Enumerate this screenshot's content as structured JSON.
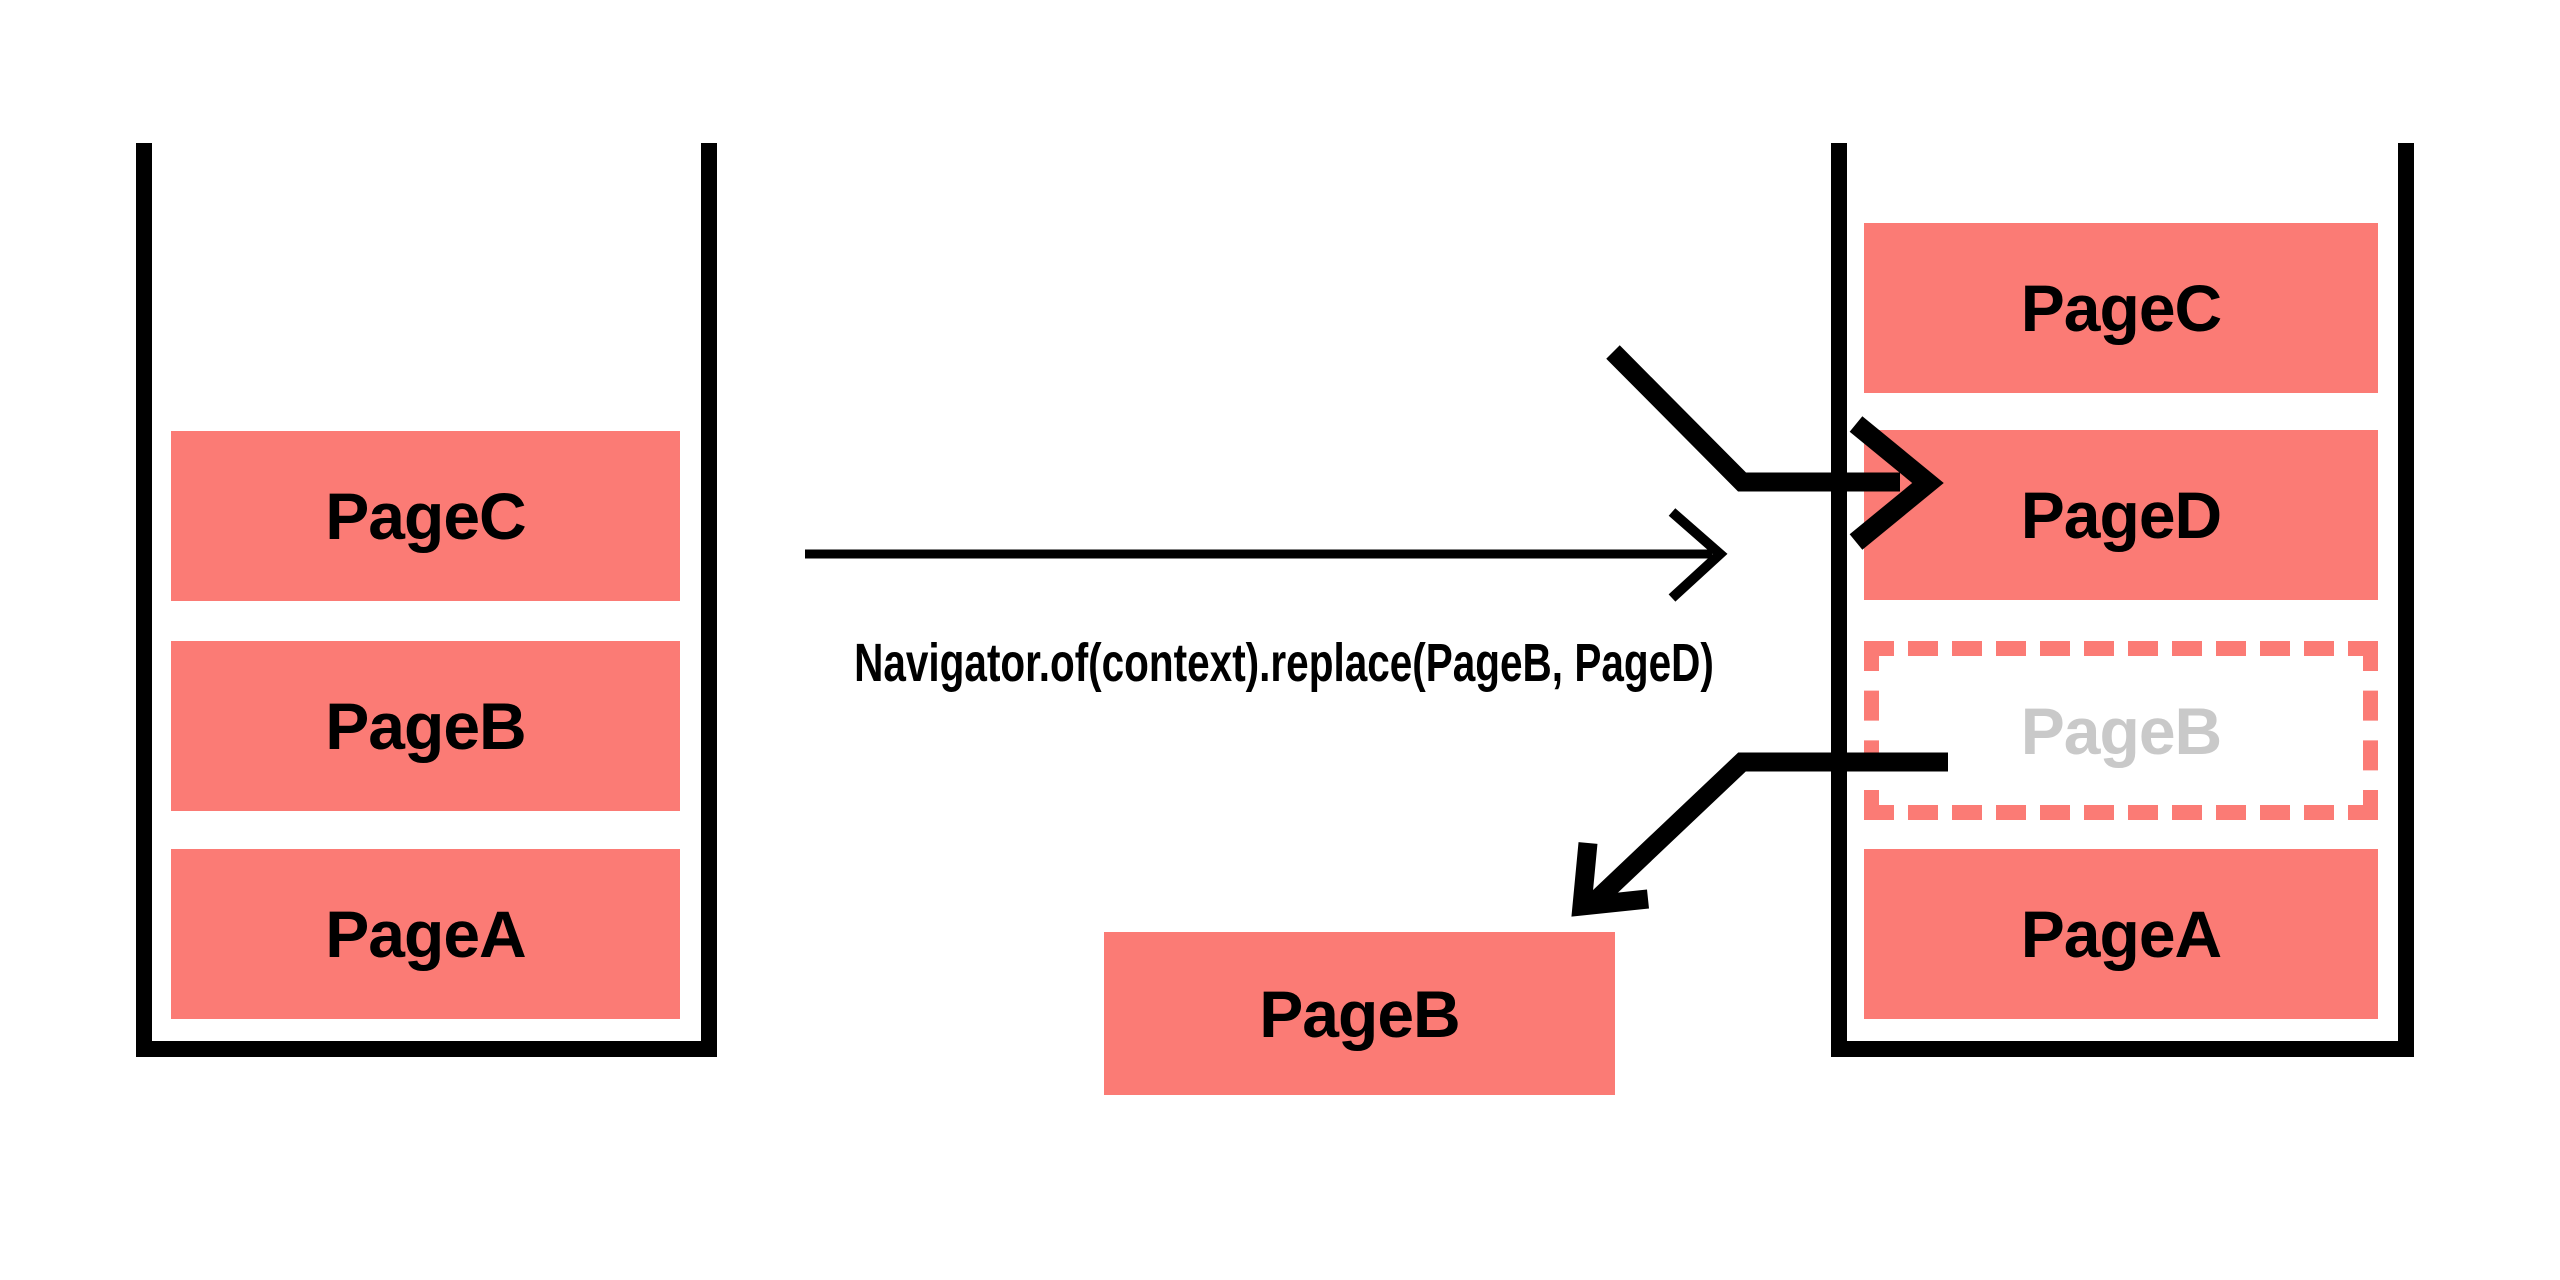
{
  "caption": {
    "text": "Navigator.of(context).replace(PageB, PageD)"
  },
  "left_stack": {
    "description": "navigation stack before replace",
    "items": [
      {
        "label": "PageC"
      },
      {
        "label": "PageB"
      },
      {
        "label": "PageA"
      }
    ]
  },
  "right_stack": {
    "description": "navigation stack after replace",
    "items": [
      {
        "label": "PageC",
        "state": "solid"
      },
      {
        "label": "PageD",
        "state": "inserted"
      },
      {
        "label": "PageB",
        "state": "ghost-removed"
      },
      {
        "label": "PageA",
        "state": "solid"
      }
    ]
  },
  "popped_page": {
    "label": "PageB"
  },
  "icons": {
    "transition_arrow": "thin-right-arrow-icon",
    "insert_arrow": "thick-arrow-into-stack-icon",
    "remove_arrow": "thick-arrow-out-of-stack-icon"
  },
  "colors": {
    "page_fill": "#FB7B75",
    "ghost_border": "#FB7B75",
    "ghost_text": "#C9C9C9",
    "stroke": "#000000",
    "background": "#FFFFFF"
  }
}
